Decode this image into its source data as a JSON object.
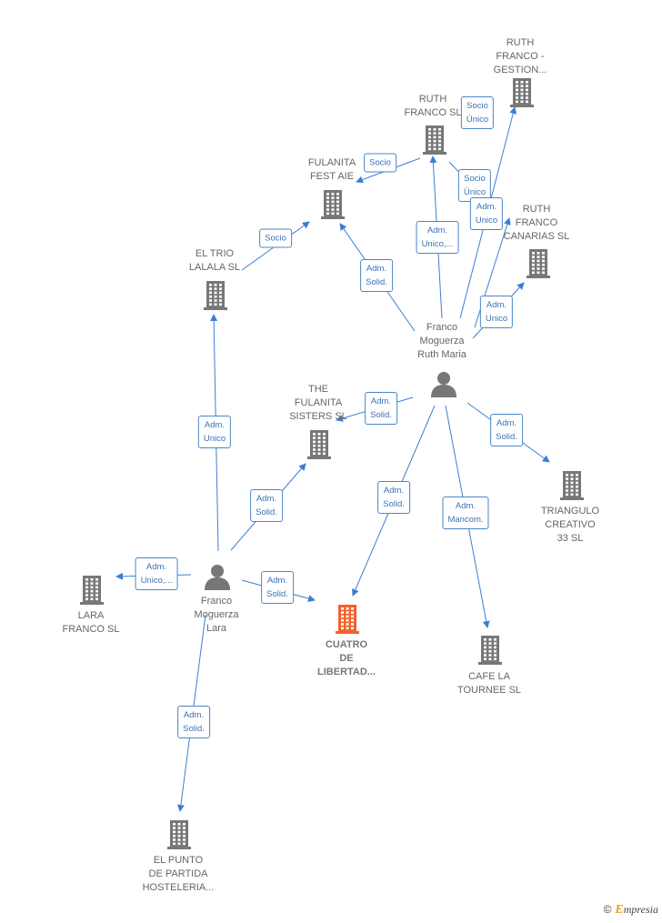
{
  "nodes": [
    {
      "id": "ruth_franco_gestion",
      "label": "RUTH\nFRANCO -\nGESTION...",
      "kind": "company"
    },
    {
      "id": "ruth_franco_sl",
      "label": "RUTH\nFRANCO SL",
      "kind": "company"
    },
    {
      "id": "fulanita_fest",
      "label": "FULANITA\nFEST AIE",
      "kind": "company"
    },
    {
      "id": "ruth_franco_canarias",
      "label": "RUTH\nFRANCO\nCANARIAS  SL",
      "kind": "company"
    },
    {
      "id": "el_trio_lalala",
      "label": "EL TRIO\nLALALA  SL",
      "kind": "company"
    },
    {
      "id": "franco_moguerza_ruth",
      "label": "Franco\nMoguerza\nRuth Maria",
      "kind": "person"
    },
    {
      "id": "the_fulanita_sisters",
      "label": "THE\nFULANITA\nSISTERS  SL",
      "kind": "company"
    },
    {
      "id": "triangulo_creativo",
      "label": "TRIANGULO\nCREATIVO\n33  SL",
      "kind": "company"
    },
    {
      "id": "lara_franco",
      "label": "LARA\nFRANCO  SL",
      "kind": "company"
    },
    {
      "id": "franco_moguerza_lara",
      "label": "Franco\nMoguerza\nLara",
      "kind": "person"
    },
    {
      "id": "cuatro_de_libertad",
      "label": "CUATRO\nDE\nLIBERTAD...",
      "kind": "main"
    },
    {
      "id": "cafe_la_tournee",
      "label": "CAFE LA\nTOURNEE SL",
      "kind": "company"
    },
    {
      "id": "el_punto_de_partida",
      "label": "EL PUNTO\nDE PARTIDA\nHOSTELERIA...",
      "kind": "company"
    }
  ],
  "edges": [
    {
      "id": "e1",
      "from": "franco_moguerza_ruth",
      "to": "ruth_franco_gestion",
      "label": "Socio\nÚnico"
    },
    {
      "id": "e2",
      "from": "franco_moguerza_ruth",
      "to": "ruth_franco_sl",
      "label": "Adm.\nUnico,..."
    },
    {
      "id": "e3",
      "from": "ruth_franco_sl",
      "to": "fulanita_fest",
      "label": "Socio"
    },
    {
      "id": "e4",
      "from": "ruth_franco_sl",
      "to": "ruth_franco_canarias",
      "label": "Socio\nÚnico"
    },
    {
      "id": "e5",
      "from": "franco_moguerza_ruth",
      "to": "ruth_franco_canarias",
      "label": "Adm.\nUnico"
    },
    {
      "id": "e6",
      "from": "franco_moguerza_ruth",
      "to": "ruth_franco_canarias",
      "label": "Adm.\nUnico"
    },
    {
      "id": "e7",
      "from": "franco_moguerza_ruth",
      "to": "fulanita_fest",
      "label": "Adm.\nSolid."
    },
    {
      "id": "e8",
      "from": "el_trio_lalala",
      "to": "fulanita_fest",
      "label": "Socio"
    },
    {
      "id": "e9",
      "from": "franco_moguerza_lara",
      "to": "el_trio_lalala",
      "label": "Adm.\nUnico"
    },
    {
      "id": "e10",
      "from": "franco_moguerza_ruth",
      "to": "the_fulanita_sisters",
      "label": "Adm.\nSolid."
    },
    {
      "id": "e11",
      "from": "franco_moguerza_ruth",
      "to": "triangulo_creativo",
      "label": "Adm.\nSolid."
    },
    {
      "id": "e12",
      "from": "franco_moguerza_ruth",
      "to": "cuatro_de_libertad",
      "label": "Adm.\nSolid."
    },
    {
      "id": "e13",
      "from": "franco_moguerza_ruth",
      "to": "cafe_la_tournee",
      "label": "Adm.\nMancom."
    },
    {
      "id": "e14",
      "from": "franco_moguerza_lara",
      "to": "the_fulanita_sisters",
      "label": "Adm.\nSolid."
    },
    {
      "id": "e15",
      "from": "franco_moguerza_lara",
      "to": "lara_franco",
      "label": "Adm.\nUnico,..."
    },
    {
      "id": "e16",
      "from": "franco_moguerza_lara",
      "to": "cuatro_de_libertad",
      "label": "Adm.\nSolid."
    },
    {
      "id": "e17",
      "from": "franco_moguerza_lara",
      "to": "el_punto_de_partida",
      "label": "Adm.\nSolid."
    }
  ],
  "colors": {
    "edge": "#3a7fd5",
    "building": "#777777",
    "building_main": "#f2622e",
    "person": "#777777"
  },
  "brand": {
    "copyright": "©",
    "initial": "E",
    "name": "mpresia"
  }
}
